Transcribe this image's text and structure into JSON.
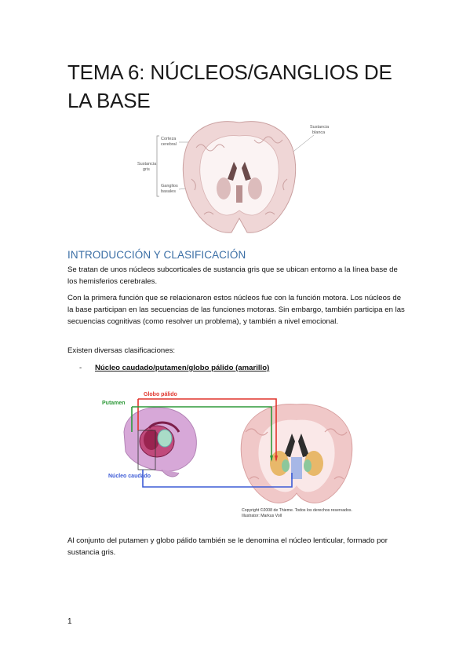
{
  "title": "TEMA 6: NÚCLEOS/GANGLIOS DE LA BASE",
  "figure1": {
    "labels": {
      "corteza": [
        "Corteza",
        "cerebral"
      ],
      "sustancia_gris": [
        "Sustancia",
        "gris"
      ],
      "ganglios": [
        "Ganglios",
        "basales"
      ],
      "sustancia_blanca": [
        "Sustancia",
        "blanca"
      ]
    }
  },
  "section1": {
    "heading": "INTRODUCCIÓN Y CLASIFICACIÓN",
    "paragraphs": [
      "Se tratan de unos núcleos subcorticales de sustancia gris que se ubican entorno a la línea base de los hemisferios cerebrales.",
      "Con la primera función que se relacionaron estos núcleos fue con la función motora. Los núcleos de la base participan en las secuencias de las funciones motoras. Sin embargo, también participa en las secuencias cognitivas (como resolver un problema), y también a nivel emocional.",
      "Existen diversas clasificaciones:"
    ],
    "list": [
      {
        "bullet": "-",
        "text": "Núcleo caudado/putamen/globo pálido (amarillo)"
      }
    ]
  },
  "figure2": {
    "labels": {
      "globo": "Globo pálido",
      "putamen": "Putamen",
      "caudado": "Núcleo caudado"
    },
    "copyright": [
      "Copyright ©2008 de Thieme. Todos los derechos reservados.",
      "Illustrator: Markus Voll"
    ],
    "colors": {
      "globo": "#e0342c",
      "putamen": "#2f9a3a",
      "caudado": "#3d5bd6"
    }
  },
  "closing_paragraph": "Al conjunto del putamen y globo pálido también se le denomina el núcleo lenticular, formado por sustancia gris.",
  "page_number": "1"
}
